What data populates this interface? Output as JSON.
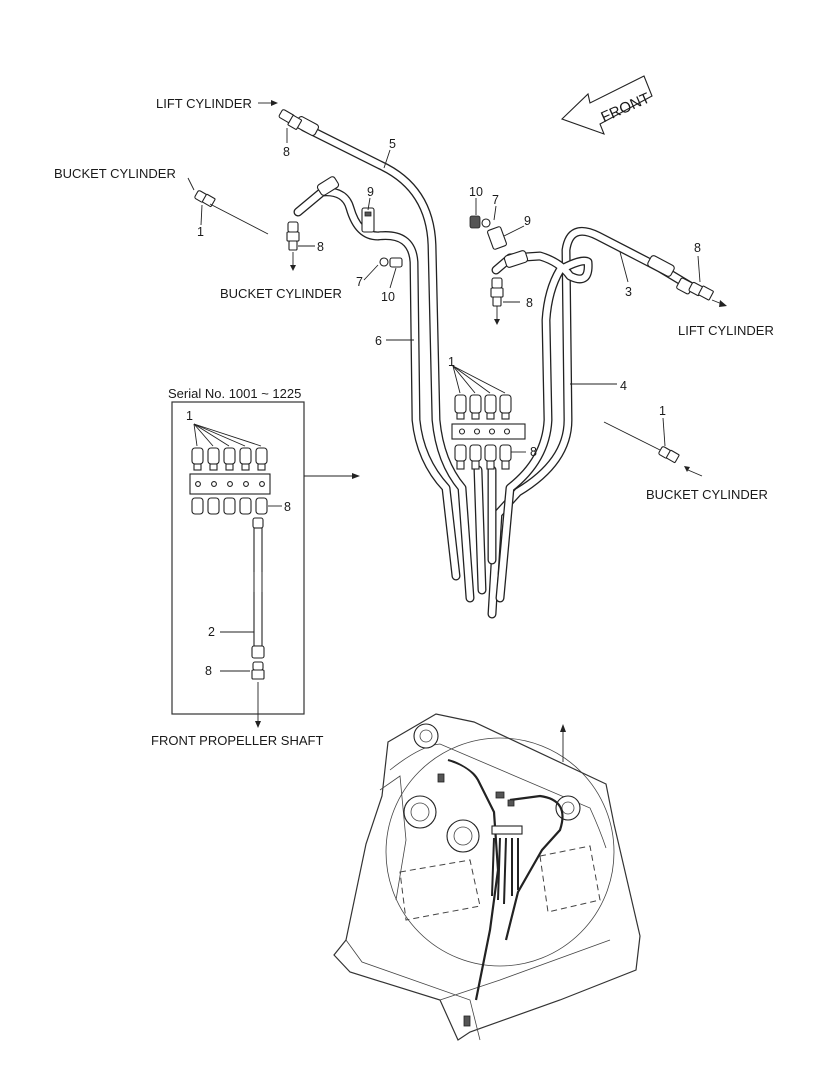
{
  "labels": {
    "lift_cylinder_top": "LIFT CYLINDER",
    "bucket_cylinder_left": "BUCKET CYLINDER",
    "bucket_cylinder_mid": "BUCKET CYLINDER",
    "lift_cylinder_right": "LIFT CYLINDER",
    "bucket_cylinder_right": "BUCKET CYLINDER",
    "front": "FRONT",
    "serial": "Serial No. 1001 ~ 1225",
    "front_propeller_shaft": "FRONT PROPELLER SHAFT"
  },
  "callouts": {
    "c5": "5",
    "c8a": "8",
    "c1a": "1",
    "c9a": "9",
    "c8b": "8",
    "c7a": "7",
    "c10a": "10",
    "c6": "6",
    "c10b": "10",
    "c7b": "7",
    "c9b": "9",
    "c8c": "8",
    "c8d": "8",
    "c3": "3",
    "c1b": "1",
    "c4": "4",
    "c8e": "8",
    "c1c": "1",
    "c1d": "1",
    "c8f": "8",
    "c2": "2",
    "c8g": "8"
  }
}
